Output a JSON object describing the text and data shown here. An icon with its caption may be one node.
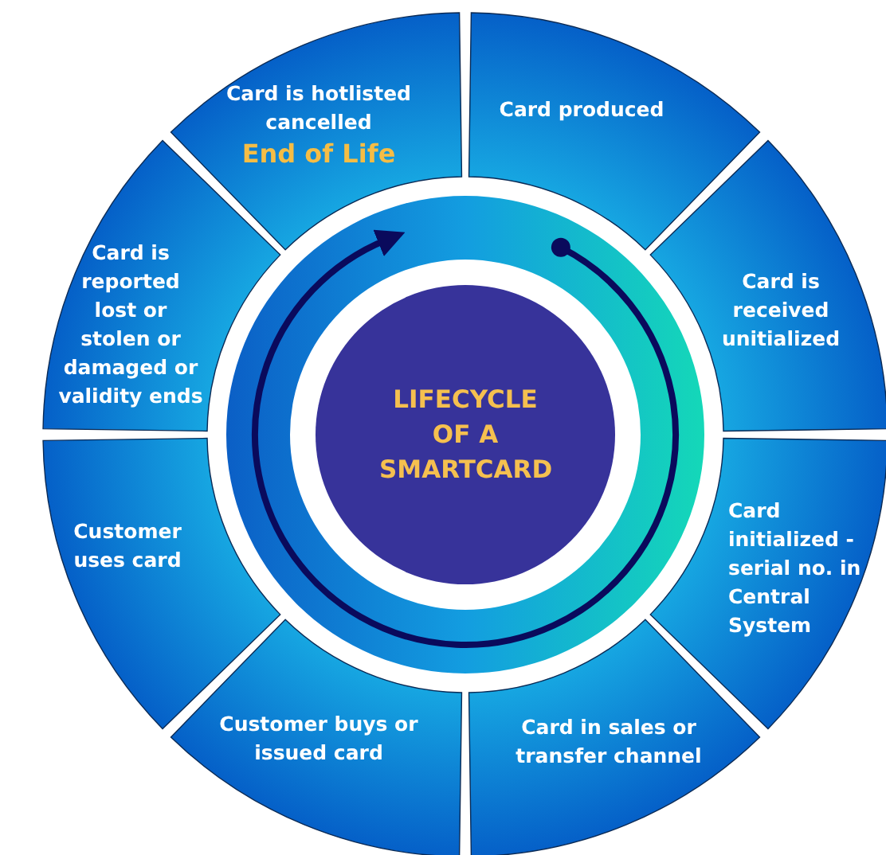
{
  "diagram": {
    "nodes": [
      {
        "text": [
          "Card produced"
        ]
      },
      {
        "text": [
          "Card is received unitialized"
        ]
      },
      {
        "text": [
          "Card initialized - serial no. in Central System"
        ]
      },
      {
        "text": [
          "Card in sales or transfer channel"
        ]
      },
      {
        "text": [
          "Customer buys or issued card"
        ]
      },
      {
        "text": [
          "Customer uses card"
        ]
      },
      {
        "text": [
          "Card is reported lost or stolen or damaged or validity ends"
        ]
      },
      {
        "text": [
          "Card is hotlisted cancelled",
          "End of Life"
        ]
      },
      {
        "text": [
          "LIFECYCLE OF A SMARTCARD"
        ]
      }
    ],
    "edges": []
  }
}
